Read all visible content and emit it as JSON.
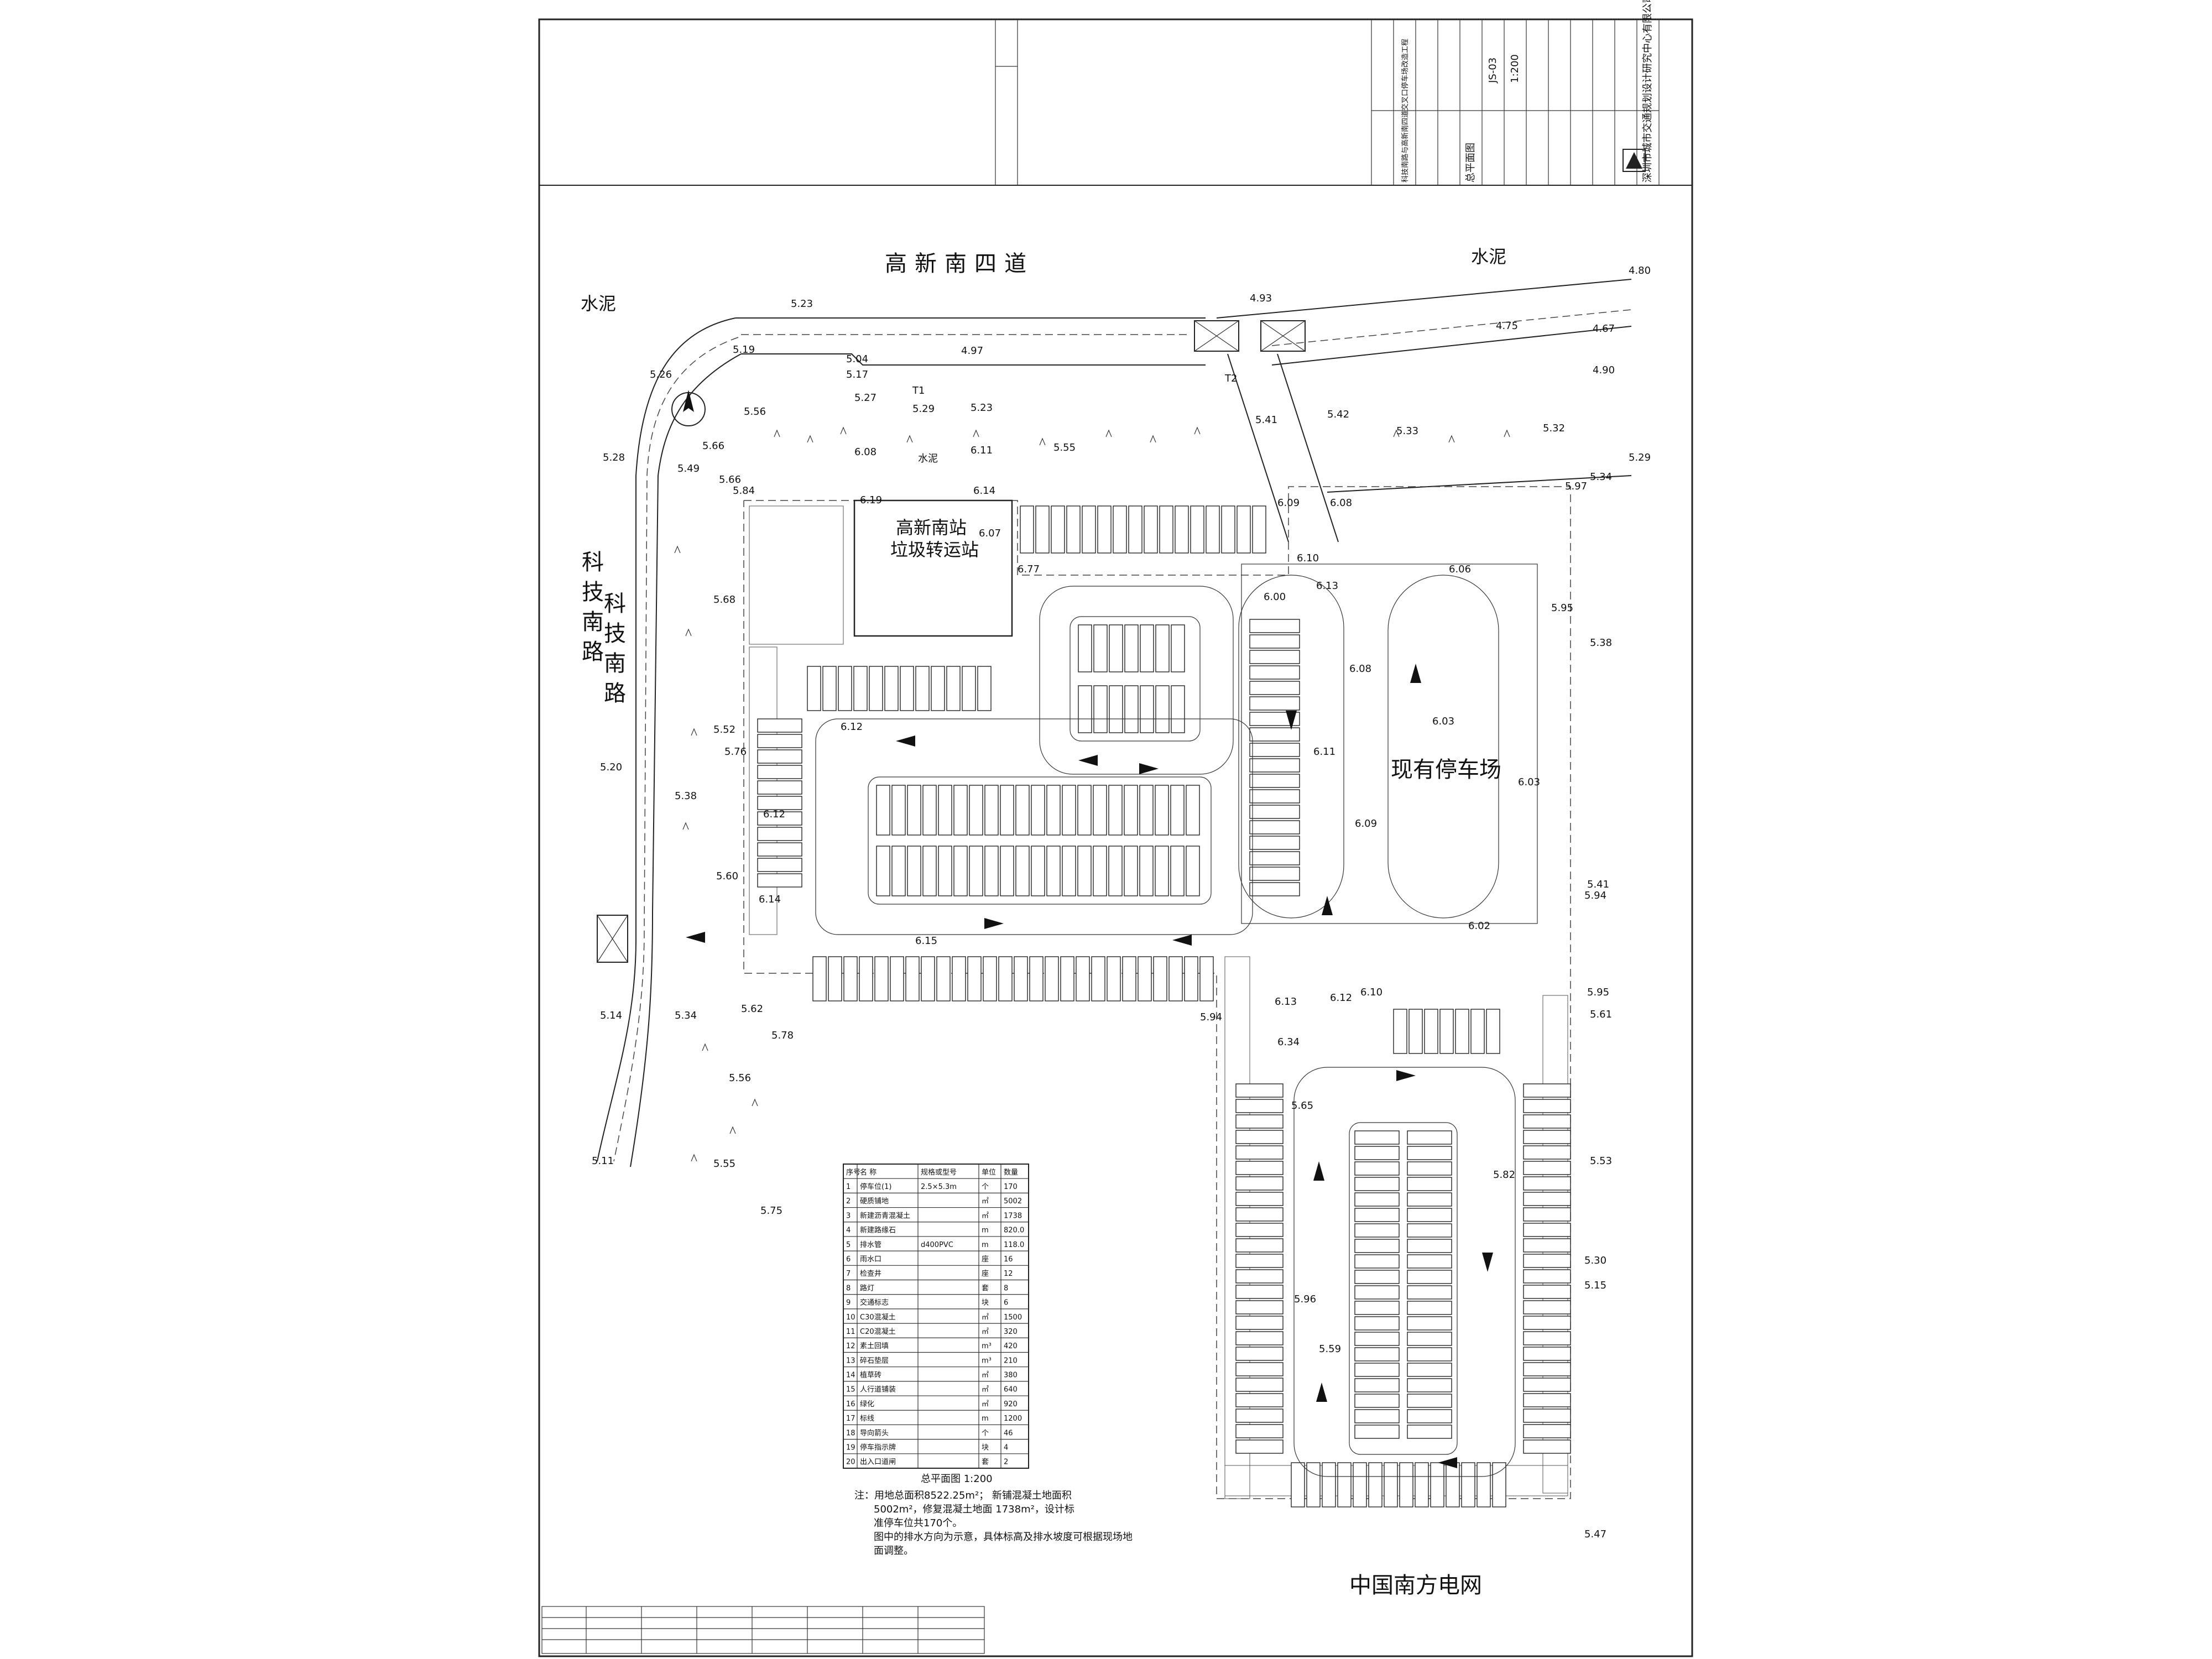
{
  "roads": {
    "north": "高新南四道",
    "west": "科技南路",
    "west_cover": "科技南路",
    "south": "中国南方电网",
    "existing_parking": "现有停车场"
  },
  "surfaces": {
    "cement_left": "水泥",
    "cement_right": "水泥",
    "cement_center": "水泥"
  },
  "station": {
    "line1": "高新南站",
    "line2": "垃圾转运站"
  },
  "markers": {
    "t1": "T1",
    "t2": "T2"
  },
  "elevations": [
    "5.23",
    "4.93",
    "4.80",
    "4.75",
    "4.67",
    "4.90",
    "5.26",
    "5.19",
    "5.04",
    "5.17",
    "4.97",
    "5.27",
    "5.29",
    "5.23",
    "5.56",
    "5.66",
    "5.28",
    "5.49",
    "5.66",
    "5.84",
    "6.08",
    "6.11",
    "5.55",
    "6.19",
    "6.14",
    "5.41",
    "5.42",
    "5.33",
    "5.32",
    "5.29",
    "5.34",
    "5.97",
    "6.07",
    "6.77",
    "6.09",
    "6.08",
    "6.10",
    "6.13",
    "6.06",
    "6.00",
    "5.95",
    "5.38",
    "5.68",
    "6.12",
    "6.08",
    "6.03",
    "6.11",
    "5.52",
    "5.76",
    "5.20",
    "5.38",
    "6.12",
    "6.09",
    "6.03",
    "5.60",
    "6.14",
    "6.15",
    "6.02",
    "5.94",
    "5.41",
    "5.14",
    "5.34",
    "5.62",
    "5.78",
    "5.94",
    "6.13",
    "6.34",
    "6.12",
    "6.10",
    "5.95",
    "5.61",
    "5.56",
    "5.65",
    "5.82",
    "5.11",
    "5.55",
    "5.75",
    "5.53",
    "5.30",
    "5.15",
    "5.96",
    "5.59",
    "5.47"
  ],
  "summary_table": {
    "header": [
      "序号",
      "名 称",
      "规格或型号",
      "单位",
      "数量"
    ],
    "rows": [
      [
        "1",
        "停车位(1)",
        "2.5×5.3m",
        "个",
        "170"
      ],
      [
        "2",
        "硬质铺地",
        "",
        "㎡",
        "5002"
      ],
      [
        "3",
        "新建沥青混凝土",
        "",
        "㎡",
        "1738"
      ],
      [
        "4",
        "新建路缘石",
        "",
        "m",
        "820.0"
      ],
      [
        "5",
        "排水管",
        "d400PVC",
        "m",
        "118.0"
      ],
      [
        "6",
        "雨水口",
        "",
        "座",
        "16"
      ],
      [
        "7",
        "检查井",
        "",
        "座",
        "12"
      ],
      [
        "8",
        "路灯",
        "",
        "套",
        "8"
      ],
      [
        "9",
        "交通标志",
        "",
        "块",
        "6"
      ],
      [
        "10",
        "C30混凝土",
        "",
        "㎡",
        "1500"
      ],
      [
        "11",
        "C20混凝土",
        "",
        "㎡",
        "320"
      ],
      [
        "12",
        "素土回填",
        "",
        "m³",
        "420"
      ],
      [
        "13",
        "碎石垫层",
        "",
        "m³",
        "210"
      ],
      [
        "14",
        "植草砖",
        "",
        "㎡",
        "380"
      ],
      [
        "15",
        "人行道铺装",
        "",
        "㎡",
        "640"
      ],
      [
        "16",
        "绿化",
        "",
        "㎡",
        "920"
      ],
      [
        "17",
        "标线",
        "",
        "m",
        "1200"
      ],
      [
        "18",
        "导向箭头",
        "",
        "个",
        "46"
      ],
      [
        "19",
        "停车指示牌",
        "",
        "块",
        "4"
      ],
      [
        "20",
        "出入口道闸",
        "",
        "套",
        "2"
      ]
    ]
  },
  "plan_title": "总平面图 1:200",
  "notes": {
    "n1": "注：用地总面积8522.25m²；  新铺混凝土地面积",
    "n2": "5002m²，修复混凝土地面     1738m²，设计标",
    "n3": "准停车位共170个。",
    "n4": "图中的排水方向为示意，具体标高及排水坡度可根据现场地",
    "n5": "面调整。"
  },
  "title_block": {
    "company": "深圳市城市交通规划设计研究中心有限公司",
    "drawing_name": "总平面图",
    "drawing_no": "JS-03",
    "scale": "1:200",
    "project": "科技南路与高新南四道交叉口停车场改造工程"
  }
}
